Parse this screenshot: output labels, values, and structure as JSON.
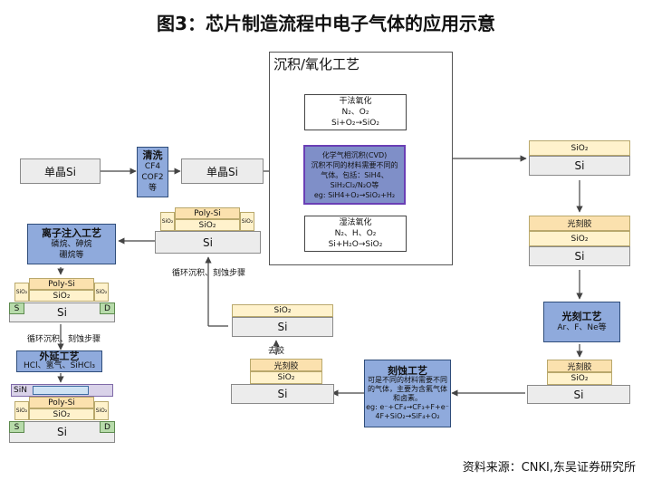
{
  "title": "图3：芯片制造流程中电子气体的应用示意",
  "source": "资料来源：CNKI,东吴证券研究所",
  "input_wafer": "单晶Si",
  "clean": {
    "title": "清洗",
    "line1": "CF4",
    "line2": "COF2",
    "line3": "等"
  },
  "wafer_after_clean": "单晶Si",
  "deposition": {
    "frame_title": "沉积/氧化工艺",
    "dry": {
      "title": "干法氧化",
      "line1": "N₂、O₂",
      "line2": "Si+O₂→SiO₂"
    },
    "cvd": {
      "title": "化学气相沉积(CVD)",
      "line1": "沉积不同的材料需要不同的",
      "line2": "气体。包括：SiH4、",
      "line3": "SiH₂Cl₂/N₂O等",
      "line4": "eg: SiH4+O₂→SiO₂+H₂"
    },
    "wet": {
      "title": "湿法氧化",
      "line1": "N₂、H、O₂",
      "line2": "Si+H₂O→SiO₂"
    }
  },
  "layers": {
    "sio2": "SiO₂",
    "si": "Si",
    "photoresist": "光刻胶",
    "polysi": "Poly-Si",
    "sio2_small": "SiO₂",
    "source": "S",
    "drain": "D",
    "sin": "SiN"
  },
  "photolith": {
    "title": "光刻工艺",
    "line1": "Ar、F、Ne等"
  },
  "etch": {
    "title": "刻蚀工艺",
    "line1": "可是不同的材料需要不同",
    "line2": "的气体，主要为含氟气体",
    "line3": "和卤素。",
    "line4": "eg: e⁻+CF₄→CF₃+F+e⁻",
    "line5": "4F+SiO₂→SiF₄+O₂"
  },
  "strip_label": "去胶",
  "cycle_label_1": "循环沉积、刻蚀步骤",
  "implant": {
    "title": "离子注入工艺",
    "line1": "磷烷、砷烷",
    "line2": "硼烷等"
  },
  "cycle_label_2": "循环沉积、刻蚀步骤",
  "epitaxy": {
    "title": "外延工艺",
    "line1": "HCl、氢气、SiHCl₃"
  }
}
